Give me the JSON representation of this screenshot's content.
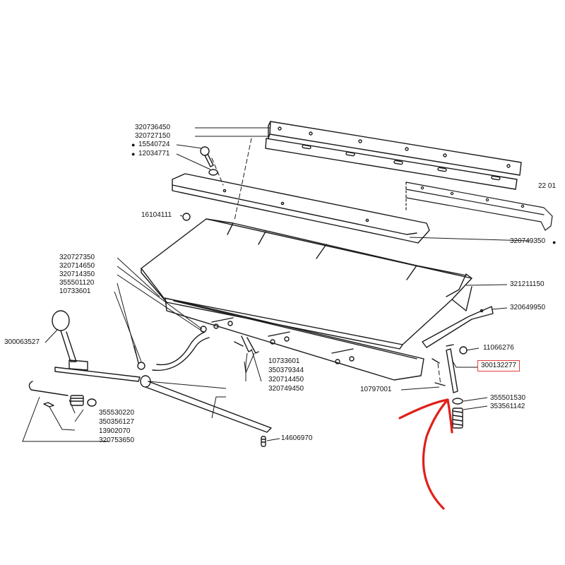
{
  "diagram": {
    "figure_ref": "22 01",
    "highlight_color": "#e0403a",
    "arrow_color": "#e0201a",
    "labels": {
      "p320736450": "320736450",
      "p320727150": "320727150",
      "p15540724": "15540724",
      "p12034771": "12034771",
      "p16104111": "16104111",
      "p320749350": "320749350",
      "p320727350": "320727350",
      "p320714650": "320714650",
      "p320714350": "320714350",
      "p355501120": "355501120",
      "p10733601a": "10733601",
      "p321211150": "321211150",
      "p320649950": "320649950",
      "p300063527": "300063527",
      "p11066276": "11066276",
      "p300132277": "300132277",
      "p10733601b": "10733601",
      "p350379344": "350379344",
      "p320714450": "320714450",
      "p320749450": "320749450",
      "p10797001": "10797001",
      "p355501530": "355501530",
      "p353561142": "353561142",
      "p355530220": "355530220",
      "p350356127": "350356127",
      "p13902070": "13902070",
      "p320753650": "320753650",
      "p14606970": "14606970"
    },
    "bullet": "●"
  }
}
